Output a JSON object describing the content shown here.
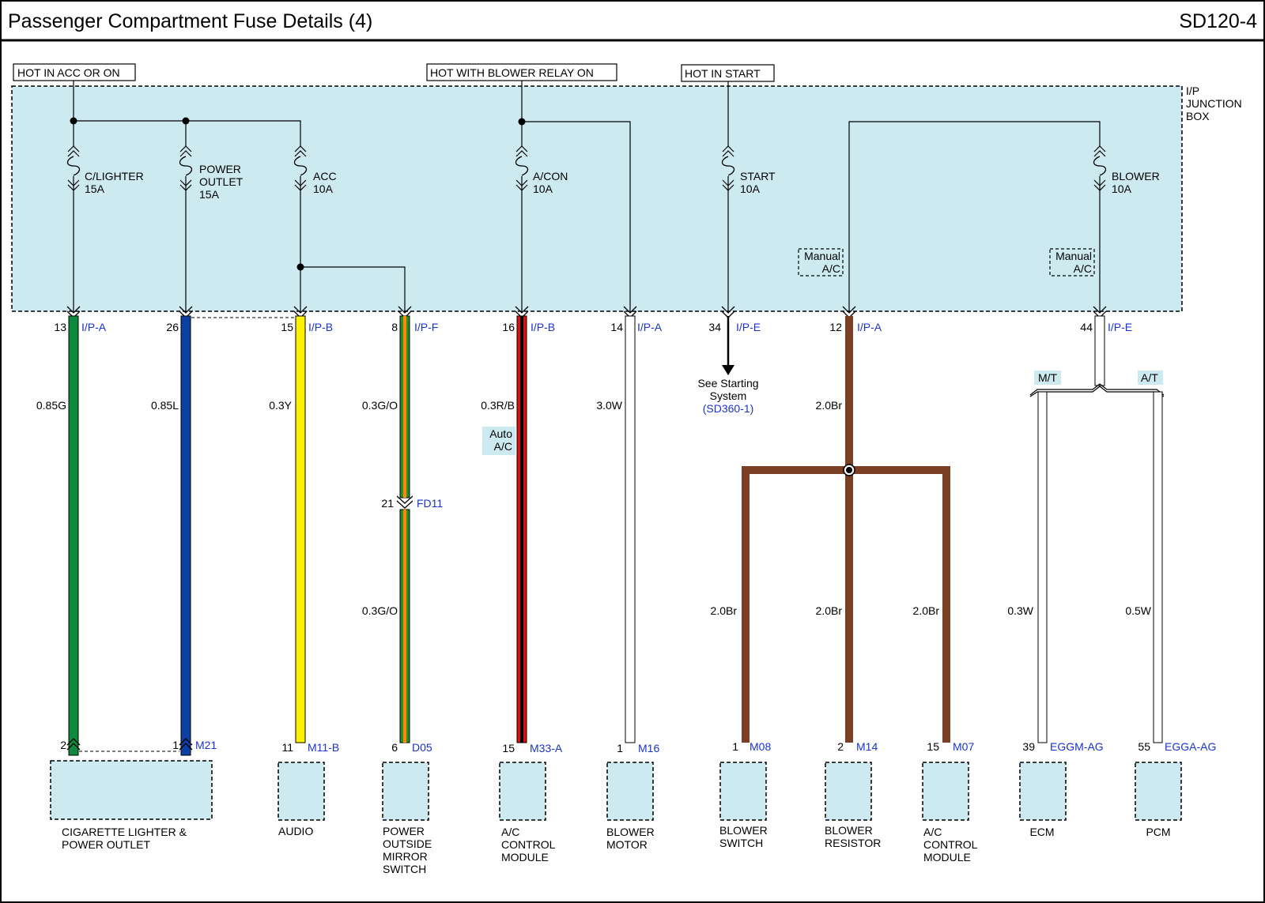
{
  "header": {
    "title": "Passenger Compartment Fuse Details (4)",
    "code": "SD120-4"
  },
  "junction_box_label": [
    "I/P",
    "JUNCTION",
    "BOX"
  ],
  "hot_labels": {
    "acc_on": "HOT IN ACC OR ON",
    "blower_relay": "HOT WITH BLOWER RELAY ON",
    "start": "HOT IN START"
  },
  "fuses": [
    {
      "lines": [
        "C/LIGHTER",
        "15A"
      ]
    },
    {
      "lines": [
        "POWER",
        "OUTLET",
        "15A"
      ]
    },
    {
      "lines": [
        "ACC",
        "10A"
      ]
    },
    {
      "lines": [
        "A/CON",
        "10A"
      ]
    },
    {
      "lines": [
        "START",
        "10A"
      ]
    },
    {
      "lines": [
        "BLOWER",
        "10A"
      ]
    }
  ],
  "option_labels": {
    "manual_ac": [
      "Manual",
      "A/C"
    ],
    "auto_ac": [
      "Auto",
      "A/C"
    ],
    "mt": "M/T",
    "at": "A/T"
  },
  "connectors_top": [
    {
      "pin": "13",
      "name": "I/P-A"
    },
    {
      "pin": "26",
      "name": ""
    },
    {
      "pin": "15",
      "name": "I/P-B"
    },
    {
      "pin": "8",
      "name": "I/P-F"
    },
    {
      "pin": "16",
      "name": "I/P-B"
    },
    {
      "pin": "14",
      "name": "I/P-A"
    },
    {
      "pin": "34",
      "name": "I/P-E"
    },
    {
      "pin": "12",
      "name": "I/P-A"
    },
    {
      "pin": "44",
      "name": "I/P-E"
    }
  ],
  "inline_connector": {
    "pin": "21",
    "name": "FD11"
  },
  "wires": [
    {
      "label": "0.85G",
      "color": "#0f8a3c"
    },
    {
      "label": "0.85L",
      "color": "#0b3fa3"
    },
    {
      "label": "0.3Y",
      "color": "#fff200"
    },
    {
      "label": "0.3G/O",
      "color": "#2e8b2e"
    },
    {
      "label": "0.3G/O",
      "color": "#2e8b2e"
    },
    {
      "label": "0.3R/B",
      "color": "#e01010"
    },
    {
      "label": "3.0W",
      "color": "#ffffff"
    },
    {
      "label": "2.0Br",
      "color": "#7b3f25"
    },
    {
      "label": "2.0Br",
      "color": "#7b3f25"
    },
    {
      "label": "2.0Br",
      "color": "#7b3f25"
    },
    {
      "label": "2.0Br",
      "color": "#7b3f25"
    },
    {
      "label": "0.3W",
      "color": "#ffffff"
    },
    {
      "label": "0.5W",
      "color": "#ffffff"
    }
  ],
  "stripe_color_orange": "#ff8c00",
  "stripe_color_black": "#000000",
  "starting_system": {
    "lines": [
      "See Starting",
      "System"
    ],
    "ref": "(SD360-1)"
  },
  "connectors_bottom": [
    {
      "pin": "2",
      "name": ""
    },
    {
      "pin": "1",
      "name": "M21"
    },
    {
      "pin": "11",
      "name": "M11-B"
    },
    {
      "pin": "6",
      "name": "D05"
    },
    {
      "pin": "15",
      "name": "M33-A"
    },
    {
      "pin": "1",
      "name": "M16"
    },
    {
      "pin": "1",
      "name": "M08"
    },
    {
      "pin": "2",
      "name": "M14"
    },
    {
      "pin": "15",
      "name": "M07"
    },
    {
      "pin": "39",
      "name": "EGGM-AG"
    },
    {
      "pin": "55",
      "name": "EGGA-AG"
    }
  ],
  "components": [
    {
      "lines": [
        "CIGARETTE LIGHTER &",
        "POWER OUTLET"
      ]
    },
    {
      "lines": [
        "AUDIO"
      ]
    },
    {
      "lines": [
        "POWER",
        "OUTSIDE",
        "MIRROR",
        "SWITCH"
      ]
    },
    {
      "lines": [
        "A/C",
        "CONTROL",
        "MODULE"
      ]
    },
    {
      "lines": [
        "BLOWER",
        "MOTOR"
      ]
    },
    {
      "lines": [
        "BLOWER",
        "SWITCH"
      ]
    },
    {
      "lines": [
        "BLOWER",
        "RESISTOR"
      ]
    },
    {
      "lines": [
        "A/C",
        "CONTROL",
        "MODULE"
      ]
    },
    {
      "lines": [
        "ECM"
      ]
    },
    {
      "lines": [
        "PCM"
      ]
    }
  ],
  "colors": {
    "junction_fill": "#cdeaf1",
    "component_fill": "#cdeaf1",
    "link_text": "#1a33cc"
  }
}
